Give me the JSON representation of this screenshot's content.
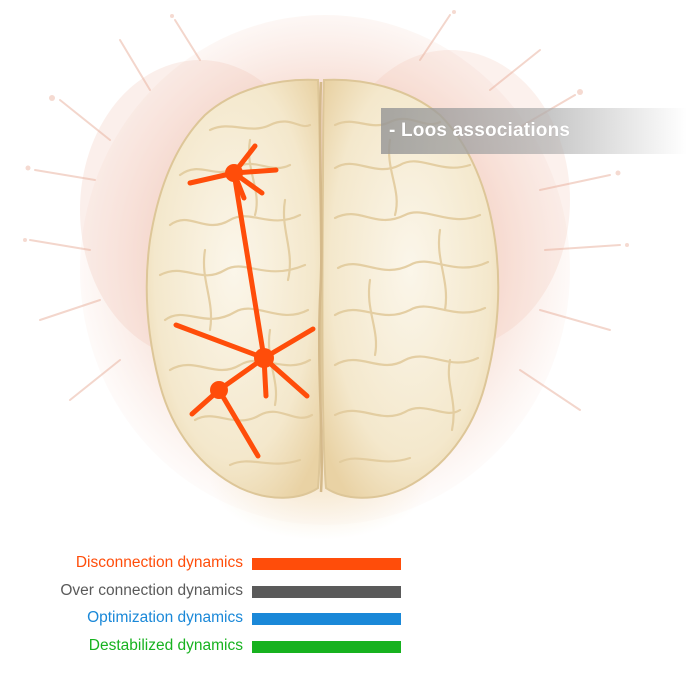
{
  "figure": {
    "title_banner": "- Loos associations",
    "connection_color": "#ff4d0a",
    "brain_fill": "#f6edd6",
    "brain_outline": "#dcc291",
    "splash_color": "#ecb9a8"
  },
  "legend": [
    {
      "label": "Disconnection dynamics",
      "color": "#ff4d0a"
    },
    {
      "label": "Over connection dynamics",
      "color": "#5a5a5a"
    },
    {
      "label": "Optimization dynamics",
      "color": "#1a88d8"
    },
    {
      "label": "Destabilized dynamics",
      "color": "#17b21f"
    }
  ]
}
